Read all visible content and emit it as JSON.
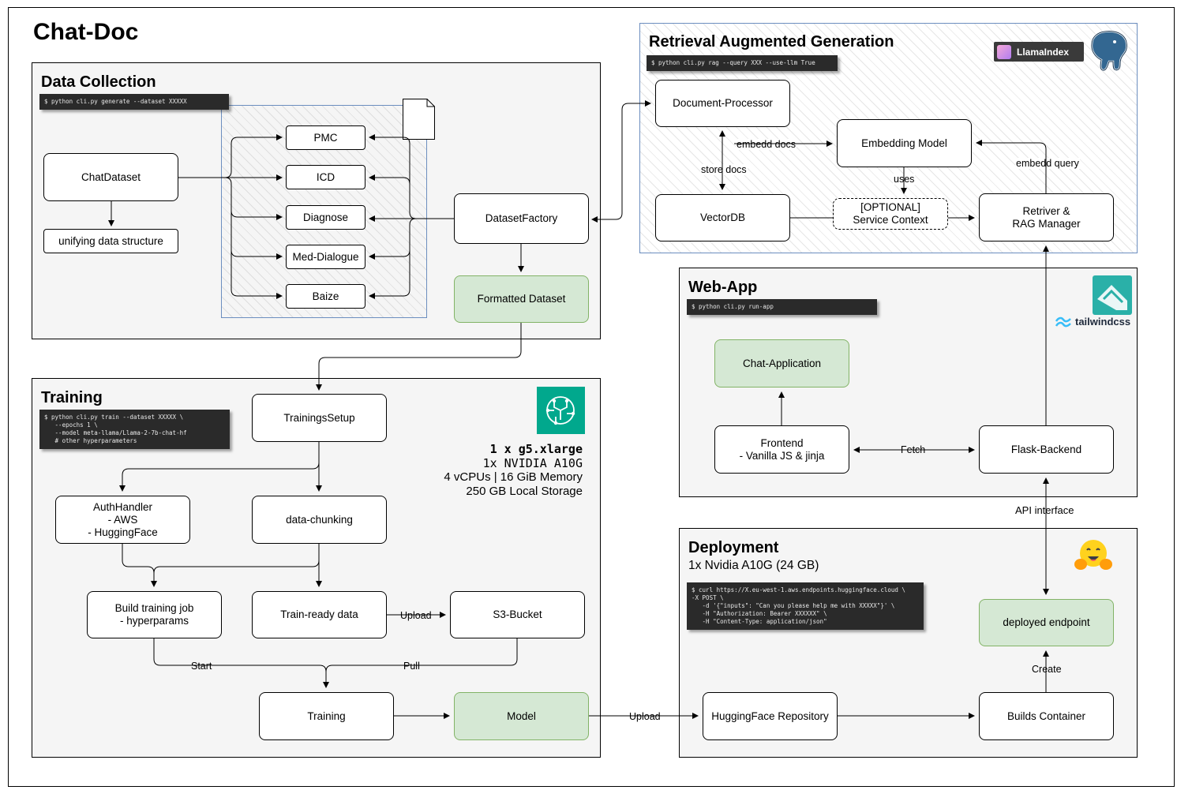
{
  "title": "Chat-Doc",
  "data_collection": {
    "title": "Data Collection",
    "command": "$ python cli.py generate --dataset XXXXX",
    "chat_dataset": "ChatDataset",
    "unifying": "unifying data structure",
    "datasets": [
      "PMC",
      "ICD",
      "Diagnose",
      "Med-Dialogue",
      "Baize"
    ],
    "dataset_factory": "DatasetFactory",
    "formatted_dataset": "Formatted Dataset"
  },
  "rag": {
    "title": "Retrieval Augmented Generation",
    "command": "$ python cli.py rag --query XXX --use-llm True",
    "llamaindex": "LlamaIndex",
    "document_processor": "Document-Processor",
    "embedding_model": "Embedding Model",
    "vectordb": "VectorDB",
    "service_context": "[OPTIONAL]\nService Context",
    "retriever": "Retriver &\nRAG Manager",
    "embedd_docs": "embedd docs",
    "store_docs": "store docs",
    "uses": "uses",
    "embedd_query": "embedd query"
  },
  "webapp": {
    "title": "Web-App",
    "command": "$ python cli.py run-app",
    "tailwind": "tailwindcss",
    "chat_application": "Chat-Application",
    "frontend": "Frontend\n- Vanilla JS & jinja",
    "flask_backend": "Flask-Backend",
    "fetch": "Fetch"
  },
  "training": {
    "title": "Training",
    "command": "$ python cli.py train --dataset XXXXX \\\n   --epochs 1 \\\n   --model meta-llama/Llama-2-7b-chat-hf\n   # other hyperparameters",
    "instance": "1 x g5.xlarge",
    "specs": [
      "1x NVIDIA A10G",
      "4 vCPUs | 16 GiB Memory",
      "250 GB Local Storage"
    ],
    "trainings_setup": "TrainingsSetup",
    "auth_handler": "AuthHandler\n- AWS\n- HuggingFace",
    "data_chunking": "data-chunking",
    "build_job": "Build training job\n- hyperparams",
    "train_ready": "Train-ready data",
    "s3": "S3-Bucket",
    "training": "Training",
    "model": "Model",
    "upload": "Upload",
    "start": "Start",
    "pull": "Pull"
  },
  "deployment": {
    "title": "Deployment",
    "subtitle": "1x Nvidia A10G (24 GB)",
    "command": "$ curl https://X.eu-west-1.aws.endpoints.huggingface.cloud \\\n-X POST \\\n   -d '{\"inputs\": \"Can you please help me with XXXXX\"}' \\\n   -H \"Authorization: Bearer XXXXXX\" \\\n   -H \"Content-Type: application/json\"",
    "deployed_endpoint": "deployed endpoint",
    "hf_repo": "HuggingFace Repository",
    "builds_container": "Builds Container",
    "create": "Create"
  },
  "connections": {
    "upload": "Upload",
    "api_interface": "API interface"
  },
  "colors": {
    "group_fill": "#f5f5f5",
    "green_fill": "#d5e8d4",
    "green_stroke": "#82b366",
    "blue_stroke": "#6c8ebf",
    "aws_teal": "#01a88d",
    "llamaindex_bg": "#3a3a3a",
    "postgres_blue": "#336791",
    "tailwind_cyan": "#38bdf8"
  },
  "icons": [
    "document-icon",
    "aws-sagemaker-icon",
    "llamaindex-logo",
    "postgresql-elephant-icon",
    "tailwindcss-logo",
    "huggingface-emoji-icon"
  ]
}
